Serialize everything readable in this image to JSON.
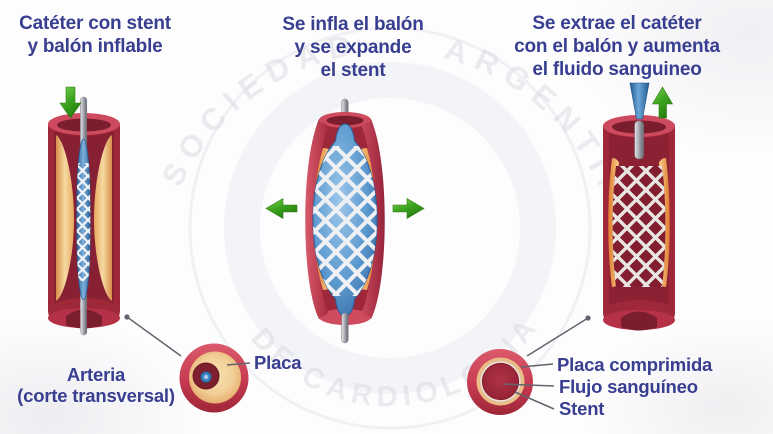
{
  "steps": [
    {
      "title_lines": [
        "Catéter con stent",
        "y balón inflable"
      ]
    },
    {
      "title_lines": [
        "Se infla el balón",
        "y se expande",
        "el stent"
      ]
    },
    {
      "title_lines": [
        "Se extrae el catéter",
        "con el balón y aumenta",
        "el fluido sanguineo"
      ]
    }
  ],
  "callouts": {
    "arteria_line1": "Arteria",
    "arteria_line2": "(corte transversal)",
    "placa": "Placa",
    "placa_comprimida": "Placa comprimida",
    "flujo_sanguineo": "Flujo sanguíneo",
    "stent": "Stent"
  },
  "watermark": {
    "arc_top_left": "SOCIEDAD",
    "arc_top_right": "ARGENTINA",
    "arc_bottom": "DE CARDIOLOGIA"
  },
  "colors": {
    "title_text": "#383e90",
    "pointer_line": "#63636d",
    "arrow_green": "#3aa21e",
    "artery_red": "#c63a50",
    "artery_dark": "#7a1d2c",
    "plaque_tan": "#f2cf96",
    "plaque_orange": "#e8893c",
    "balloon_blue": "#5e9bd0",
    "stent_mesh": "#eef0f3",
    "catheter_gray": "#b4b4bc",
    "watermark_gray": "#dbdbe4"
  }
}
